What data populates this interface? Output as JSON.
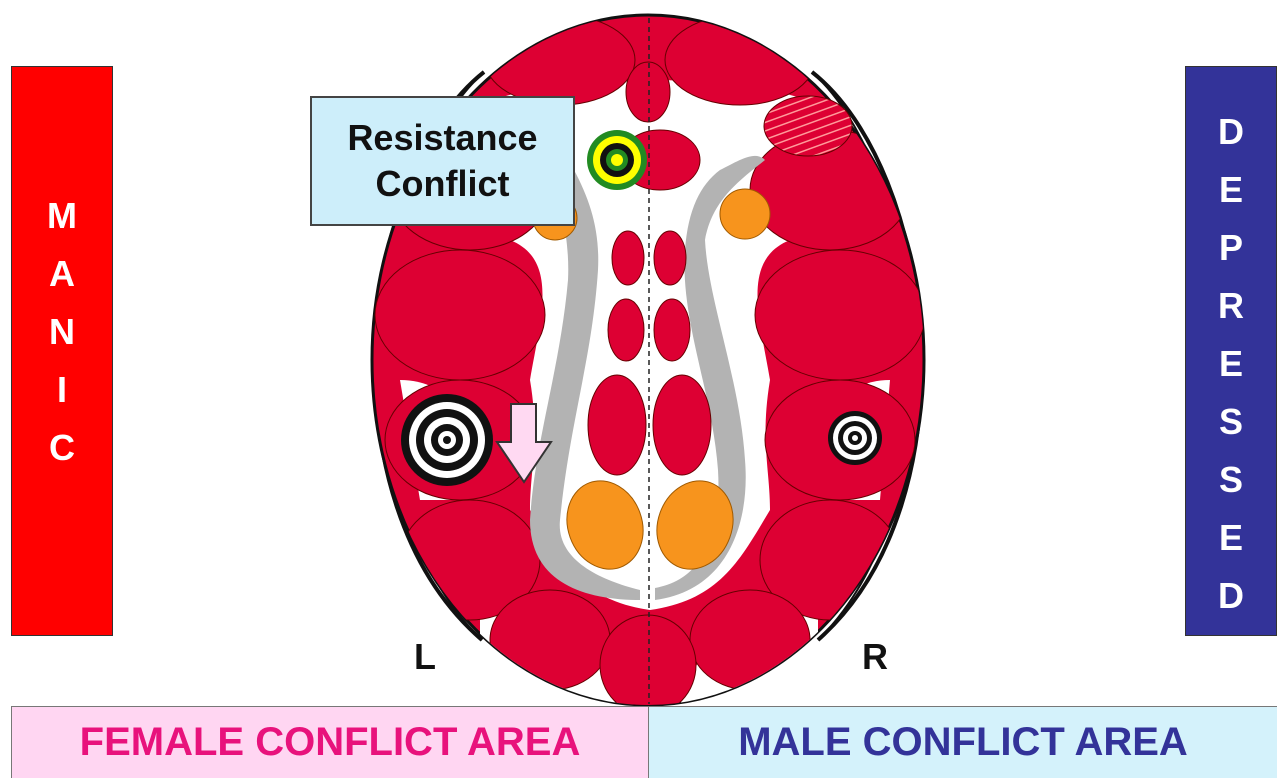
{
  "colors": {
    "manic_bar": "#ff0000",
    "depressed_bar": "#333399",
    "brain_fill": "#dd0033",
    "relay_orange": "#f7941d",
    "ventricle_gray": "#b3b3b3",
    "arrow_fill": "#ffd9f2",
    "female_bg": "#ffd6f2",
    "female_text": "#e8127c",
    "male_bg": "#d4f2fb",
    "male_text": "#333399",
    "callout_bg": "#cdeefa",
    "focus_green": "#228b22",
    "focus_yellow": "#ffff00"
  },
  "manic_bar": {
    "letters": [
      "M",
      "A",
      "N",
      "I",
      "C"
    ]
  },
  "depressed_bar": {
    "letters": [
      "D",
      "E",
      "P",
      "R",
      "E",
      "S",
      "S",
      "E",
      "D"
    ]
  },
  "callout": {
    "line1": "Resistance",
    "line2": "Conflict"
  },
  "hemispheres": {
    "left": "L",
    "right": "R"
  },
  "areas": {
    "female": "FEMALE CONFLICT AREA",
    "male": "MALE CONFLICT AREA"
  },
  "icons": [
    "target-rings-icon",
    "focus-ring-icon",
    "down-arrow-icon"
  ]
}
